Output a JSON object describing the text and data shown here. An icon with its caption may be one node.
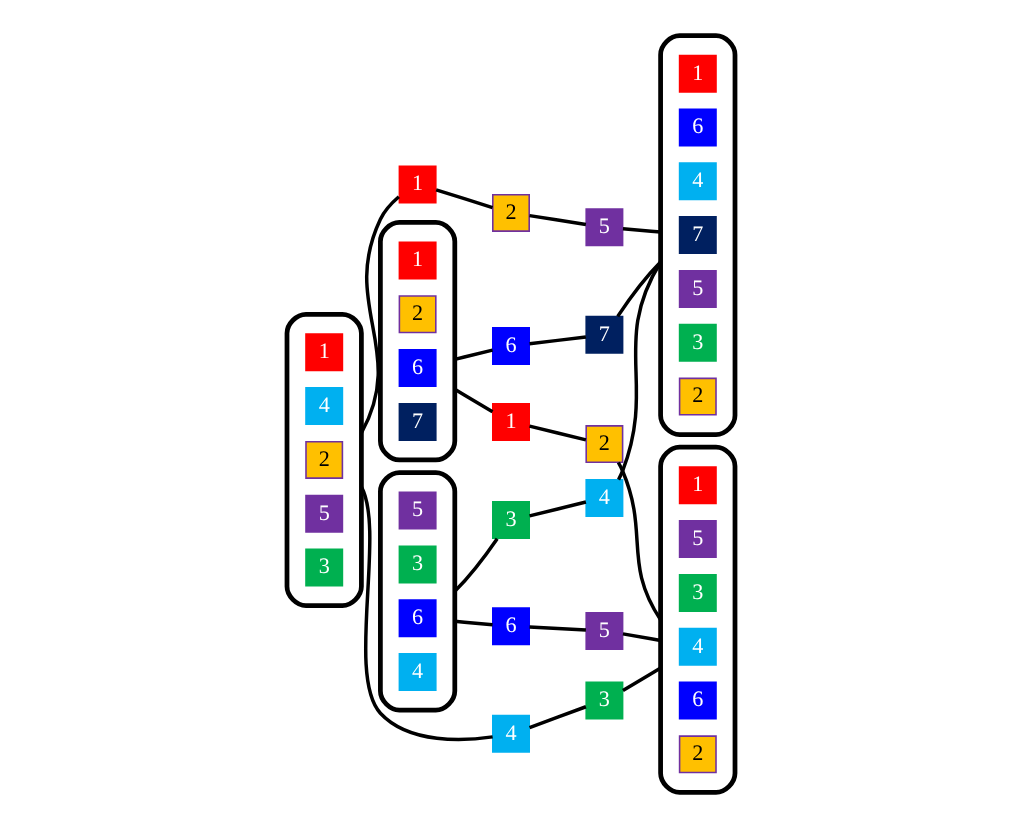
{
  "diagram": {
    "nodes": [
      {
        "text": [],
        "shape": "ellipse"
      },
      {
        "text": [
          "1"
        ],
        "in": 0
      },
      {
        "text": [
          "4"
        ],
        "in": 0
      },
      {
        "text": [
          "2"
        ],
        "in": 0
      },
      {
        "text": [
          "5"
        ],
        "in": 0
      },
      {
        "text": [
          "3"
        ],
        "in": 0
      },
      {
        "text": [],
        "shape": "ellipse"
      },
      {
        "text": [
          "1"
        ],
        "in": 6
      },
      {
        "text": [
          "2"
        ],
        "in": 6
      },
      {
        "text": [
          "6"
        ],
        "in": 6
      },
      {
        "text": [
          "7"
        ],
        "in": 6
      },
      {
        "text": [],
        "shape": "ellipse"
      },
      {
        "text": [
          "5"
        ],
        "in": 11
      },
      {
        "text": [
          "3"
        ],
        "in": 11
      },
      {
        "text": [
          "6"
        ],
        "in": 11
      },
      {
        "text": [
          "4"
        ],
        "in": 11
      },
      {
        "text": [],
        "shape": "ellipse"
      },
      {
        "text": [
          "1"
        ],
        "in": 16
      },
      {
        "text": [
          "6"
        ],
        "in": 16
      },
      {
        "text": [
          "4"
        ],
        "in": 16
      },
      {
        "text": [
          "7"
        ],
        "in": 16
      },
      {
        "text": [
          "5"
        ],
        "in": 16
      },
      {
        "text": [
          "3"
        ],
        "in": 16
      },
      {
        "text": [
          "2"
        ],
        "in": 16
      },
      {
        "text": [],
        "shape": "ellipse"
      },
      {
        "text": [
          "1"
        ],
        "in": 24
      },
      {
        "text": [
          "5"
        ],
        "in": 24
      },
      {
        "text": [
          "3"
        ],
        "in": 24
      },
      {
        "text": [
          "4"
        ],
        "in": 24
      },
      {
        "text": [
          "6"
        ],
        "in": 24
      },
      {
        "text": [
          "2"
        ],
        "in": 24
      },
      {
        "text": [
          "1"
        ]
      },
      {
        "text": [
          "2"
        ]
      },
      {
        "text": [
          "5"
        ]
      },
      {
        "text": [
          "4"
        ]
      },
      {
        "text": [
          "3"
        ]
      },
      {
        "text": [
          "6"
        ]
      },
      {
        "text": [
          "7"
        ]
      },
      {
        "text": [
          "1"
        ]
      },
      {
        "text": [
          "2"
        ]
      },
      {
        "text": [
          "4"
        ]
      },
      {
        "text": [
          "3"
        ]
      },
      {
        "text": [
          "6"
        ]
      },
      {
        "text": [
          "5"
        ]
      }
    ],
    "edges": [
      {
        "from": 0,
        "to": 31,
        "arrow": "none"
      },
      {
        "from": 31,
        "to": 32,
        "arrow": "none"
      },
      {
        "from": 32,
        "to": 33,
        "arrow": "none"
      },
      {
        "from": 33,
        "to": 16,
        "arrow": "none"
      },
      {
        "from": 0,
        "to": 34,
        "arrow": "none"
      },
      {
        "from": 34,
        "to": 35,
        "arrow": "none"
      },
      {
        "from": 35,
        "to": 24,
        "arrow": "none"
      },
      {
        "from": 6,
        "to": 36,
        "arrow": "none"
      },
      {
        "from": 36,
        "to": 37,
        "arrow": "none"
      },
      {
        "from": 37,
        "to": 16,
        "arrow": "none"
      },
      {
        "from": 6,
        "to": 38,
        "arrow": "none"
      },
      {
        "from": 38,
        "to": 39,
        "arrow": "none"
      },
      {
        "from": 39,
        "to": 24,
        "arrow": "none"
      },
      {
        "from": 11,
        "to": 41,
        "arrow": "none"
      },
      {
        "from": 41,
        "to": 40,
        "arrow": "none"
      },
      {
        "from": 40,
        "to": 16,
        "arrow": "none"
      },
      {
        "from": 11,
        "to": 42,
        "arrow": "none"
      },
      {
        "from": 42,
        "to": 43,
        "arrow": "none"
      },
      {
        "from": 43,
        "to": 24,
        "arrow": "none"
      }
    ]
  }
}
